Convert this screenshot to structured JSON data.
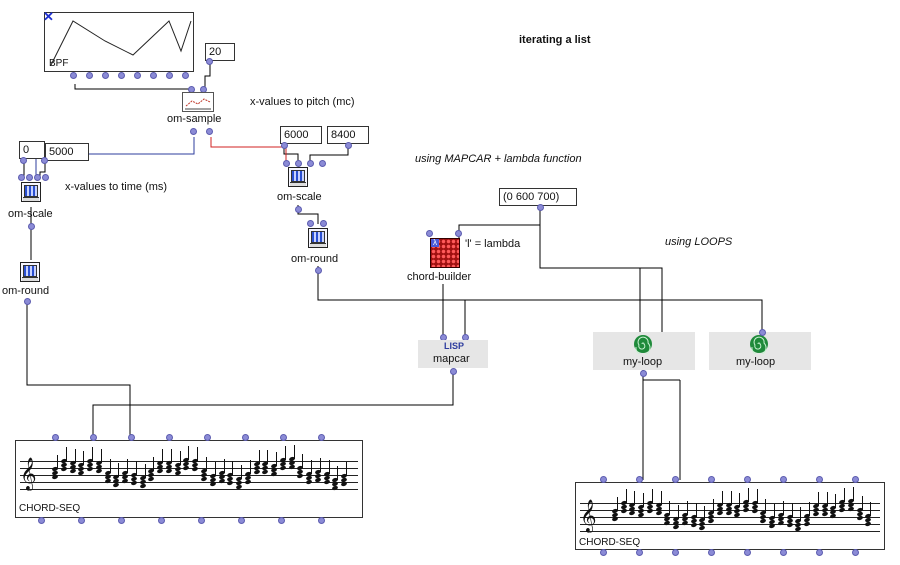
{
  "title": "iterating a list",
  "bpf": {
    "label": "BPF",
    "close_icon": "x-close-icon"
  },
  "num_20": "20",
  "om_sample": {
    "label": "om-sample"
  },
  "x_to_pitch": "x-values to pitch (mc)",
  "x_to_time": "x-values to time (ms)",
  "scale_left": {
    "min": "0",
    "max": "5000",
    "label": "om-scale"
  },
  "scale_right": {
    "min": "6000",
    "max": "8400",
    "label": "om-scale"
  },
  "round_left": "om-round",
  "round_right": "om-round",
  "mapcar_caption": "using MAPCAR + lambda function",
  "loops_caption": "using LOOPS",
  "chord_builder": {
    "label": "chord-builder",
    "lambda_label": "'l' = lambda"
  },
  "list_value": "(0 600 700)",
  "mapcar": {
    "badge": "LISP",
    "label": "mapcar"
  },
  "my_loop_1": "my-loop",
  "my_loop_2": "my-loop",
  "chord_seq_left": "CHORD-SEQ",
  "chord_seq_right": "CHORD-SEQ",
  "colors": {
    "wire": "#000000",
    "wire_blue": "#2d3c9e",
    "wire_red": "#d22020",
    "inlet": "#8b8bd6",
    "accent_red": "#b01515",
    "loop_green": "#1f8a3a"
  }
}
